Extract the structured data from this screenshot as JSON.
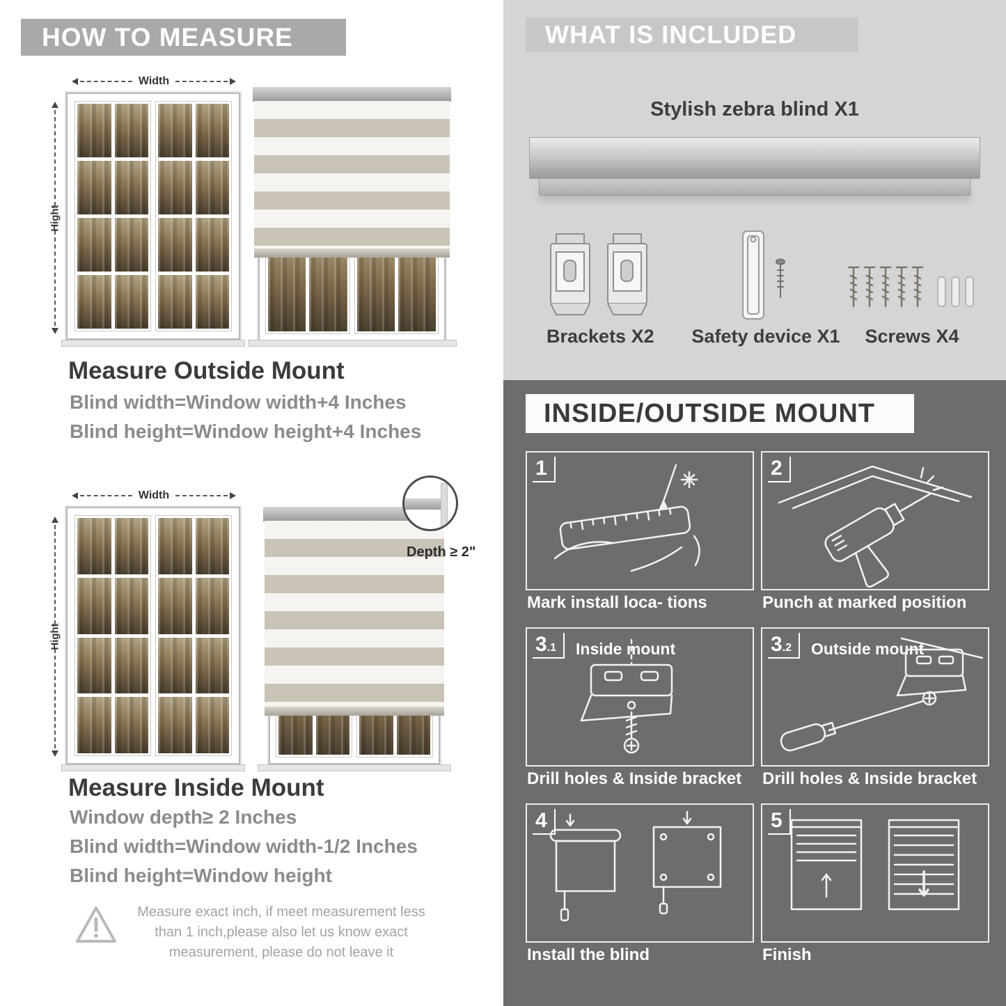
{
  "left": {
    "header": "HOW TO MEASURE",
    "outside": {
      "width_label": "Width",
      "height_label": "Hight",
      "title": "Measure Outside Mount",
      "line1": "Blind width=Window width+4 Inches",
      "line2": "Blind height=Window height+4 Inches"
    },
    "inside": {
      "width_label": "Width",
      "height_label": "Hight",
      "depth_label": "Depth ≥ 2\"",
      "title": "Measure Inside Mount",
      "line1": "Window depth≥ 2 Inches",
      "line2": "Blind width=Window width-1/2 Inches",
      "line3": "Blind height=Window height"
    },
    "warning": {
      "text": "Measure exact inch, if meet measurement less than 1 inch,please also let us know exact measurement, please do not leave it"
    }
  },
  "right": {
    "included": {
      "header": "WHAT IS INCLUDED",
      "product": "Stylish zebra blind X1",
      "items": [
        {
          "label": "Brackets X2"
        },
        {
          "label": "Safety device X1"
        },
        {
          "label": "Screws X4"
        }
      ]
    },
    "mount": {
      "header": "INSIDE/OUTSIDE MOUNT",
      "steps": [
        {
          "num": "1",
          "caption": "Mark install loca- tions"
        },
        {
          "num": "2",
          "caption": "Punch at  marked position"
        },
        {
          "num": "3",
          "sub": ".1",
          "tag": "Inside mount",
          "caption": "Drill holes &  Inside bracket"
        },
        {
          "num": "3",
          "sub": ".2",
          "tag": "Outside mount",
          "caption": "Drill holes &  Inside bracket"
        },
        {
          "num": "4",
          "caption": "Install the blind"
        },
        {
          "num": "5",
          "caption": "Finish"
        }
      ]
    }
  },
  "colors": {
    "left_banner": "#a9a9a9",
    "included_banner": "#c7c7c7",
    "light_block": "#d5d5d5",
    "dark_block": "#6d6d6d",
    "headline_text": "#3b3b3b",
    "body_text": "#8b8b8b"
  }
}
